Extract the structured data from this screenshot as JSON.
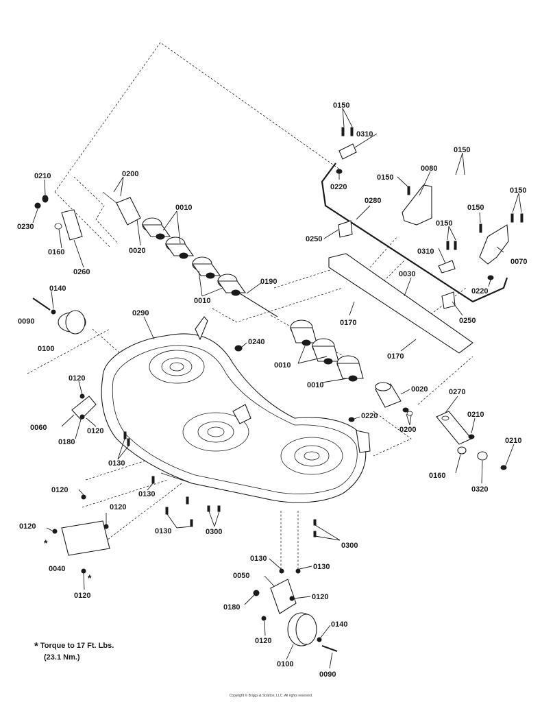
{
  "note": {
    "asterisk": "*",
    "line1": "Torque to 17 Ft. Lbs.",
    "line2": "(23.1 Nm.)"
  },
  "copyright": "Copyright © Briggs & Stratton, LLC. All rights reserved.",
  "callouts": {
    "p0010": "0010",
    "p0020": "0020",
    "p0030": "0030",
    "p0040": "0040",
    "p0050": "0050",
    "p0060": "0060",
    "p0070": "0070",
    "p0080": "0080",
    "p0090": "0090",
    "p0100": "0100",
    "p0120": "0120",
    "p0130": "0130",
    "p0140": "0140",
    "p0150": "0150",
    "p0160": "0160",
    "p0170": "0170",
    "p0180": "0180",
    "p0190": "0190",
    "p0200": "0200",
    "p0210": "0210",
    "p0220": "0220",
    "p0230": "0230",
    "p0240": "0240",
    "p0250": "0250",
    "p0260": "0260",
    "p0270": "0270",
    "p0280": "0280",
    "p0290": "0290",
    "p0300": "0300",
    "p0310": "0310",
    "p0320": "0320"
  },
  "asterisk_marks": {
    "star": "*"
  }
}
